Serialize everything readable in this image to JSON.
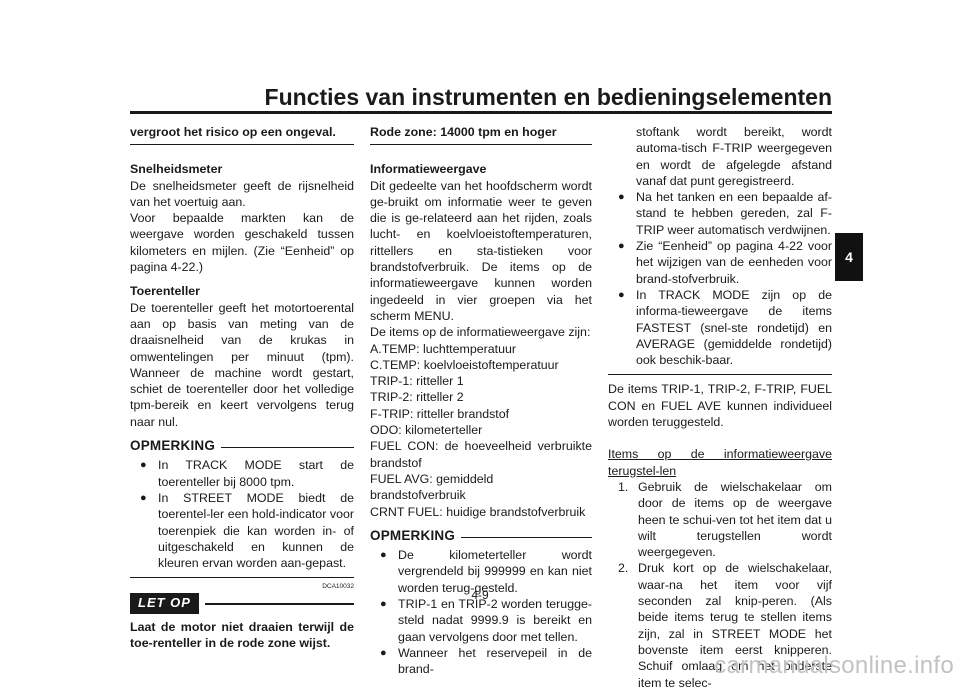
{
  "header": {
    "title": "Functies van instrumenten en bedieningselementen",
    "chapter": "4",
    "page": "4-9"
  },
  "col1": {
    "warning_tail": "vergroot het risico op een ongeval.",
    "speedo_heading": "Snelheidsmeter",
    "speedo_p1": "De snelheidsmeter geeft de rijsnelheid van het voertuig aan.",
    "speedo_p2": "Voor bepaalde markten kan de weergave worden geschakeld tussen kilometers en mijlen. (Zie “Eenheid” op pagina 4-22.)",
    "tacho_heading": "Toerenteller",
    "tacho_p": "De toerenteller geeft het motortoerental aan op basis van meting van de draaisnelheid van de krukas in omwentelingen per minuut (tpm). Wanneer de machine wordt gestart, schiet de toerenteller door het volledige tpm-bereik en keert vervolgens terug naar nul.",
    "opmerking_label": "OPMERKING",
    "opm_bullets": [
      "In TRACK MODE start de toerenteller bij 8000 tpm.",
      "In STREET MODE biedt de toerentel-ler een hold-indicator voor toerenpiek die kan worden in- of uitgeschakeld en kunnen de kleuren ervan worden aan-gepast."
    ],
    "code": "DCA10032",
    "letop_label": "LET OP",
    "letop_text": "Laat de motor niet draaien terwijl de toe-renteller in de rode zone wijst."
  },
  "col2": {
    "redzone": "Rode zone: 14000 tpm en hoger",
    "info_heading": "Informatieweergave",
    "info_p": "Dit gedeelte van het hoofdscherm wordt ge-bruikt om informatie weer te geven die is ge-relateerd aan het rijden, zoals lucht- en koelvloeistoftemperaturen, rittellers en sta-tistieken voor brandstofverbruik. De items op de informatieweergave kunnen worden ingedeeld in vier groepen via het scherm MENU.",
    "items_intro": "De items op de informatieweergave zijn:",
    "items": [
      "A.TEMP: luchttemperatuur",
      "C.TEMP: koelvloeistoftemperatuur",
      "TRIP-1: ritteller 1",
      "TRIP-2: ritteller 2",
      "F-TRIP: ritteller brandstof",
      "ODO: kilometerteller"
    ],
    "fuelcon": "FUEL CON: de hoeveelheid verbruikte brandstof",
    "items2": [
      "FUEL AVG: gemiddeld brandstofverbruik",
      "CRNT FUEL: huidige brandstofverbruik"
    ],
    "opmerking_label": "OPMERKING",
    "opm_bullets": [
      "De kilometerteller wordt vergrendeld bij 999999 en kan niet worden terug-gesteld.",
      "TRIP-1 en TRIP-2 worden terugge-steld nadat 9999.9 is bereikt en gaan vervolgens door met tellen.",
      "Wanneer het reservepeil in de brand-"
    ]
  },
  "col3": {
    "cont": "stoftank wordt bereikt, wordt automa-tisch F-TRIP weergegeven en wordt de afgelegde afstand vanaf dat punt geregistreerd.",
    "bullets": [
      "Na het tanken en een bepaalde af-stand te hebben gereden, zal F-TRIP weer automatisch verdwijnen.",
      "Zie “Eenheid” op pagina 4-22 voor het wijzigen van de eenheden voor brand-stofverbruik.",
      "In TRACK MODE zijn op de informa-tieweergave de items FASTEST (snel-ste rondetijd) en AVERAGE (gemiddelde rondetijd) ook beschik-baar."
    ],
    "reset_p": "De items TRIP-1, TRIP-2, F-TRIP, FUEL CON en FUEL AVE kunnen individueel worden teruggesteld.",
    "reset_heading": "Items op de informatieweergave terugstel-len",
    "steps": [
      {
        "n": "1.",
        "text": "Gebruik de wielschakelaar om door de items op de weergave heen te schui-ven tot het item dat u wilt terugstellen wordt weergegeven."
      },
      {
        "n": "2.",
        "text": "Druk kort op de wielschakelaar, waar-na het item voor vijf seconden zal knip-peren. (Als beide items terug te stellen items zijn, zal in STREET MODE het bovenste item eerst knipperen. Schuif omlaag om het onderste item te selec-"
      }
    ]
  },
  "watermark": "carmanualsonline.info",
  "icons": {
    "bullet": "●"
  }
}
